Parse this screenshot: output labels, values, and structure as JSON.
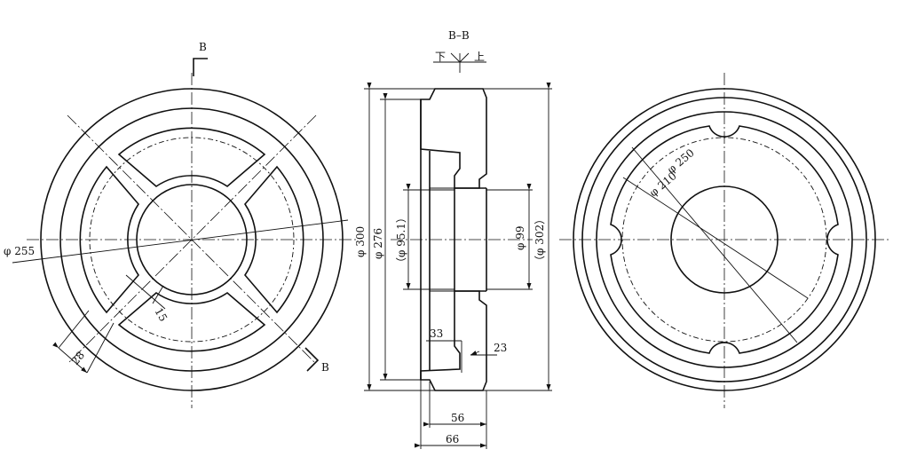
{
  "section_marks": {
    "top_b": "B",
    "bottom_b": "B"
  },
  "section_view": {
    "title": "B–B",
    "dir_down": "下",
    "dir_up": "上"
  },
  "dimensions": {
    "phi255": "φ 255",
    "d15": "15",
    "d28": "28",
    "phi300": "φ 300",
    "phi276": "φ 276",
    "phi95_1": "（φ 95.1）",
    "phi99": "φ 99",
    "phi302": "（φ 302）",
    "d33": "33",
    "d23": "23",
    "d56": "56",
    "d66": "66",
    "phi250": "φ 250",
    "phi210": "φ 210"
  }
}
